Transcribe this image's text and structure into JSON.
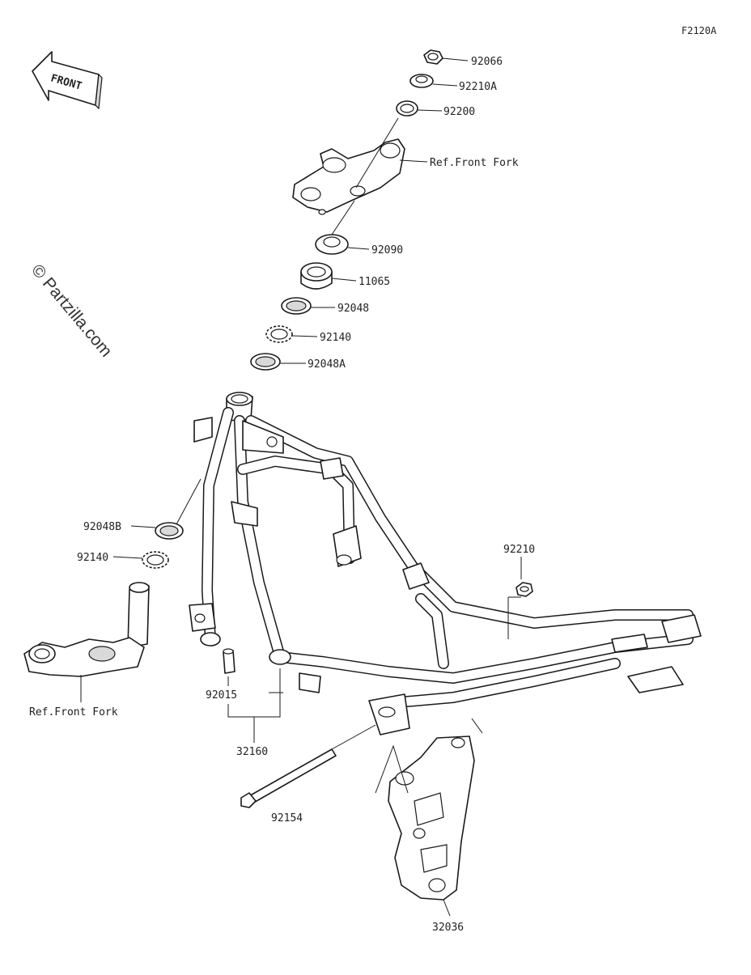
{
  "figure_code": "F2120A",
  "front_badge": "FRONT",
  "watermark": "© Partzilla.com",
  "part_labels": [
    {
      "key": "92066",
      "text": "92066"
    },
    {
      "key": "92210A",
      "text": "92210A"
    },
    {
      "key": "92200",
      "text": "92200"
    },
    {
      "key": "ref-front-fork-top",
      "text": "Ref.Front Fork"
    },
    {
      "key": "92090",
      "text": "92090"
    },
    {
      "key": "11065",
      "text": "11065"
    },
    {
      "key": "92048",
      "text": "92048"
    },
    {
      "key": "92140-top",
      "text": "92140"
    },
    {
      "key": "92048A",
      "text": "92048A"
    },
    {
      "key": "92048B",
      "text": "92048B"
    },
    {
      "key": "92140-bottom",
      "text": "92140"
    },
    {
      "key": "92210",
      "text": "92210"
    },
    {
      "key": "ref-front-fork-bottom",
      "text": "Ref.Front Fork"
    },
    {
      "key": "92015",
      "text": "92015"
    },
    {
      "key": "32160",
      "text": "32160"
    },
    {
      "key": "92154",
      "text": "92154"
    },
    {
      "key": "32036",
      "text": "32036"
    }
  ]
}
